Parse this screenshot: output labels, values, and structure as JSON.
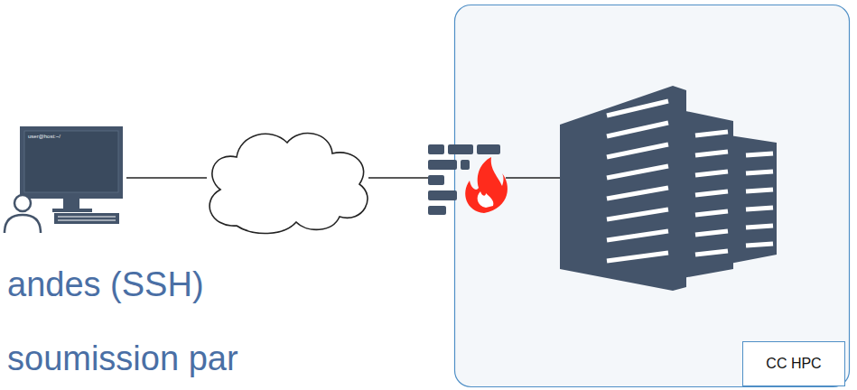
{
  "diagram": {
    "nodes": [
      {
        "text": [
          "CC HPC"
        ]
      }
    ],
    "labels": [
      "user@host:~/",
      "andes (SSH)",
      "soumission par"
    ]
  }
}
